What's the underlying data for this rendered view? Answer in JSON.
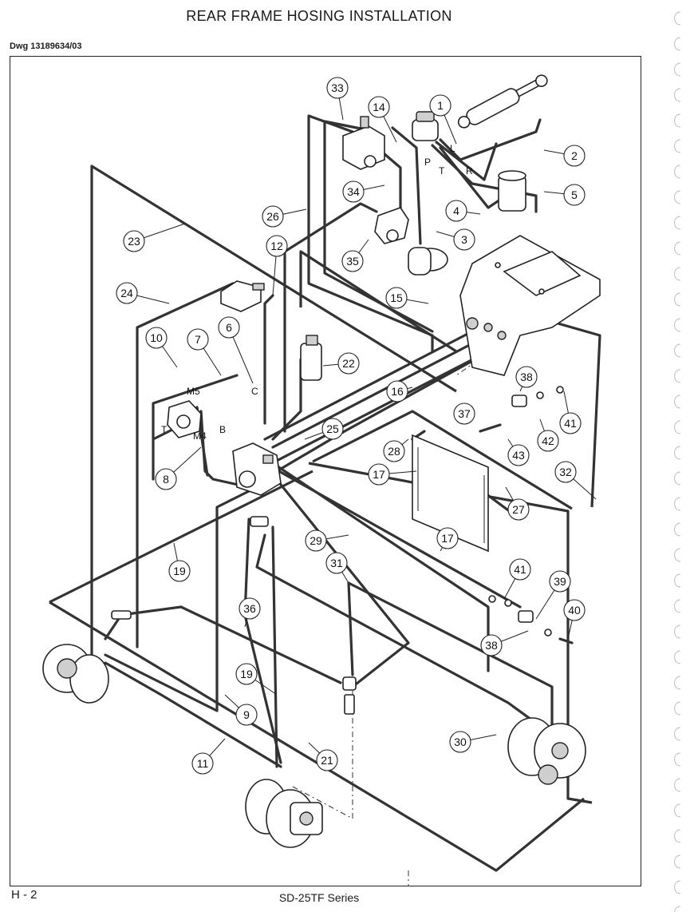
{
  "title": "REAR FRAME HOSING INSTALLATION",
  "drawing_number": "Dwg 13189634/03",
  "footer": {
    "page": "H - 2",
    "series": "SD-25TF Series"
  },
  "port_labels": [
    "L",
    "P",
    "T",
    "R",
    "M5",
    "C",
    "T",
    "M4",
    "B"
  ],
  "callouts": [
    "33",
    "14",
    "1",
    "2",
    "34",
    "5",
    "4",
    "26",
    "3",
    "23",
    "12",
    "35",
    "24",
    "15",
    "10",
    "7",
    "6",
    "22",
    "16",
    "38",
    "37",
    "41",
    "42",
    "25",
    "28",
    "43",
    "8",
    "17",
    "32",
    "27",
    "29",
    "17",
    "19",
    "31",
    "41",
    "39",
    "40",
    "38",
    "36",
    "19",
    "9",
    "30",
    "11",
    "21"
  ]
}
